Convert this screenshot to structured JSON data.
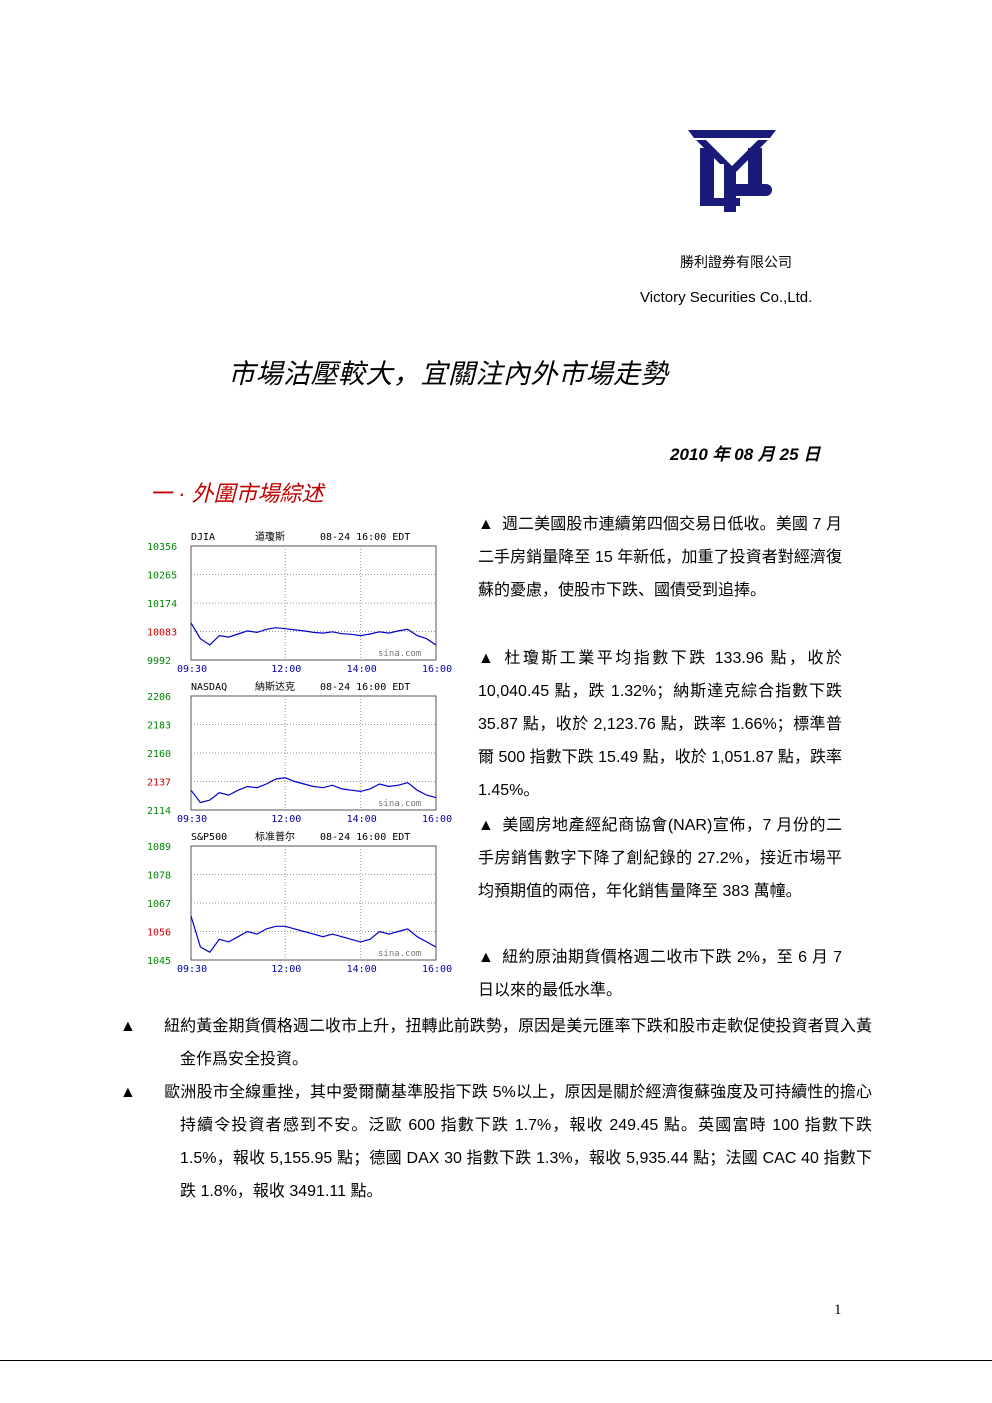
{
  "header": {
    "company_zh": "勝利證券有限公司",
    "company_en": "Victory Securities Co.,Ltd.",
    "logo_icon": "victory-logo-icon",
    "logo_color": "#1a1a7a"
  },
  "title": "市場沽壓較大，宜關注內外市場走勢",
  "date": "2010 年 08 月 25 日",
  "section_heading": "一 · 外圍市場綜述",
  "bullet_icon": "▲",
  "paragraphs": [
    "週二美國股市連續第四個交易日低收。美國 7 月二手房銷量降至 15 年新低，加重了投資者對經濟復蘇的憂慮，使股市下跌、國債受到追捧。",
    "杜瓊斯工業平均指數下跌 133.96 點，收於 10,040.45 點，跌 1.32%；納斯達克綜合指數下跌 35.87 點，收於 2,123.76 點，跌率 1.66%；標準普爾 500 指數下跌 15.49 點，收於 1,051.87 點，跌率 1.45%。",
    "美國房地產經紀商協會(NAR)宣佈，7 月份的二手房銷售數字下降了創紀錄的 27.2%，接近市場平均預期值的兩倍，年化銷售量降至 383 萬幢。",
    "紐約原油期貨價格週二收市下跌 2%，至 6 月 7 日以來的最低水準。",
    "紐約黃金期貨價格週二收市上升，扭轉此前跌勢，原因是美元匯率下跌和股市走軟促使投資者買入黃金作爲安全投資。",
    "歐洲股市全線重挫，其中愛爾蘭基準股指下跌 5%以上，原因是關於經濟復蘇強度及可持續性的擔心持續令投資者感到不安。泛歐 600 指數下跌 1.7%，報收 249.45 點。英國富時 100 指數下跌 1.5%，報收 5,155.95 點；德國 DAX 30 指數下跌 1.3%，報收 5,935.44 點；法國 CAC 40 指數下跌 1.8%，報收 3491.11 點。"
  ],
  "page_number": "1",
  "chart_data": [
    {
      "type": "line",
      "symbol": "DJIA",
      "name_zh": "道瓊斯",
      "timestamp": "08-24 16:00 EDT",
      "watermark": "sina.com",
      "x_ticks": [
        "09:30",
        "12:00",
        "14:00",
        "16:00"
      ],
      "y_ticks": [
        "10356",
        "10265",
        "10174",
        "10083",
        "9992"
      ],
      "ylim": [
        9992,
        10356
      ],
      "baseline_tick": "10083",
      "color": "#0000cc",
      "x": [
        "09:30",
        "09:45",
        "10:00",
        "10:15",
        "10:30",
        "10:45",
        "11:00",
        "11:15",
        "11:30",
        "11:45",
        "12:00",
        "12:15",
        "12:30",
        "12:45",
        "13:00",
        "13:15",
        "13:30",
        "13:45",
        "14:00",
        "14:15",
        "14:30",
        "14:45",
        "15:00",
        "15:15",
        "15:30",
        "15:45",
        "16:00"
      ],
      "values": [
        10110,
        10060,
        10040,
        10070,
        10065,
        10075,
        10085,
        10080,
        10090,
        10095,
        10092,
        10088,
        10085,
        10080,
        10078,
        10082,
        10076,
        10074,
        10070,
        10075,
        10082,
        10078,
        10085,
        10090,
        10070,
        10060,
        10040
      ]
    },
    {
      "type": "line",
      "symbol": "NASDAQ",
      "name_zh": "納斯达克",
      "timestamp": "08-24 16:00 EDT",
      "watermark": "sina.com",
      "x_ticks": [
        "09:30",
        "12:00",
        "14:00",
        "16:00"
      ],
      "y_ticks": [
        "2206",
        "2183",
        "2160",
        "2137",
        "2114"
      ],
      "ylim": [
        2114,
        2206
      ],
      "baseline_tick": "2137",
      "color": "#0000cc",
      "x": [
        "09:30",
        "09:45",
        "10:00",
        "10:15",
        "10:30",
        "10:45",
        "11:00",
        "11:15",
        "11:30",
        "11:45",
        "12:00",
        "12:15",
        "12:30",
        "12:45",
        "13:00",
        "13:15",
        "13:30",
        "13:45",
        "14:00",
        "14:15",
        "14:30",
        "14:45",
        "15:00",
        "15:15",
        "15:30",
        "15:45",
        "16:00"
      ],
      "values": [
        2130,
        2120,
        2122,
        2128,
        2126,
        2130,
        2133,
        2132,
        2135,
        2139,
        2140,
        2137,
        2135,
        2133,
        2132,
        2134,
        2131,
        2130,
        2129,
        2131,
        2135,
        2133,
        2134,
        2136,
        2130,
        2126,
        2124
      ]
    },
    {
      "type": "line",
      "symbol": "S&P500",
      "name_zh": "标准普尔",
      "timestamp": "08-24 16:00 EDT",
      "watermark": "sina.com",
      "x_ticks": [
        "09:30",
        "12:00",
        "14:00",
        "16:00"
      ],
      "y_ticks": [
        "1089",
        "1078",
        "1067",
        "1056",
        "1045"
      ],
      "ylim": [
        1045,
        1089
      ],
      "baseline_tick": "1056",
      "color": "#0000cc",
      "x": [
        "09:30",
        "09:45",
        "10:00",
        "10:15",
        "10:30",
        "10:45",
        "11:00",
        "11:15",
        "11:30",
        "11:45",
        "12:00",
        "12:15",
        "12:30",
        "12:45",
        "13:00",
        "13:15",
        "13:30",
        "13:45",
        "14:00",
        "14:15",
        "14:30",
        "14:45",
        "15:00",
        "15:15",
        "15:30",
        "15:45",
        "16:00"
      ],
      "values": [
        1062,
        1050,
        1048,
        1053,
        1052,
        1054,
        1056,
        1055,
        1057,
        1058,
        1058,
        1057,
        1056,
        1055,
        1054,
        1055,
        1054,
        1053,
        1052,
        1053,
        1056,
        1055,
        1056,
        1057,
        1054,
        1052,
        1050
      ]
    }
  ]
}
